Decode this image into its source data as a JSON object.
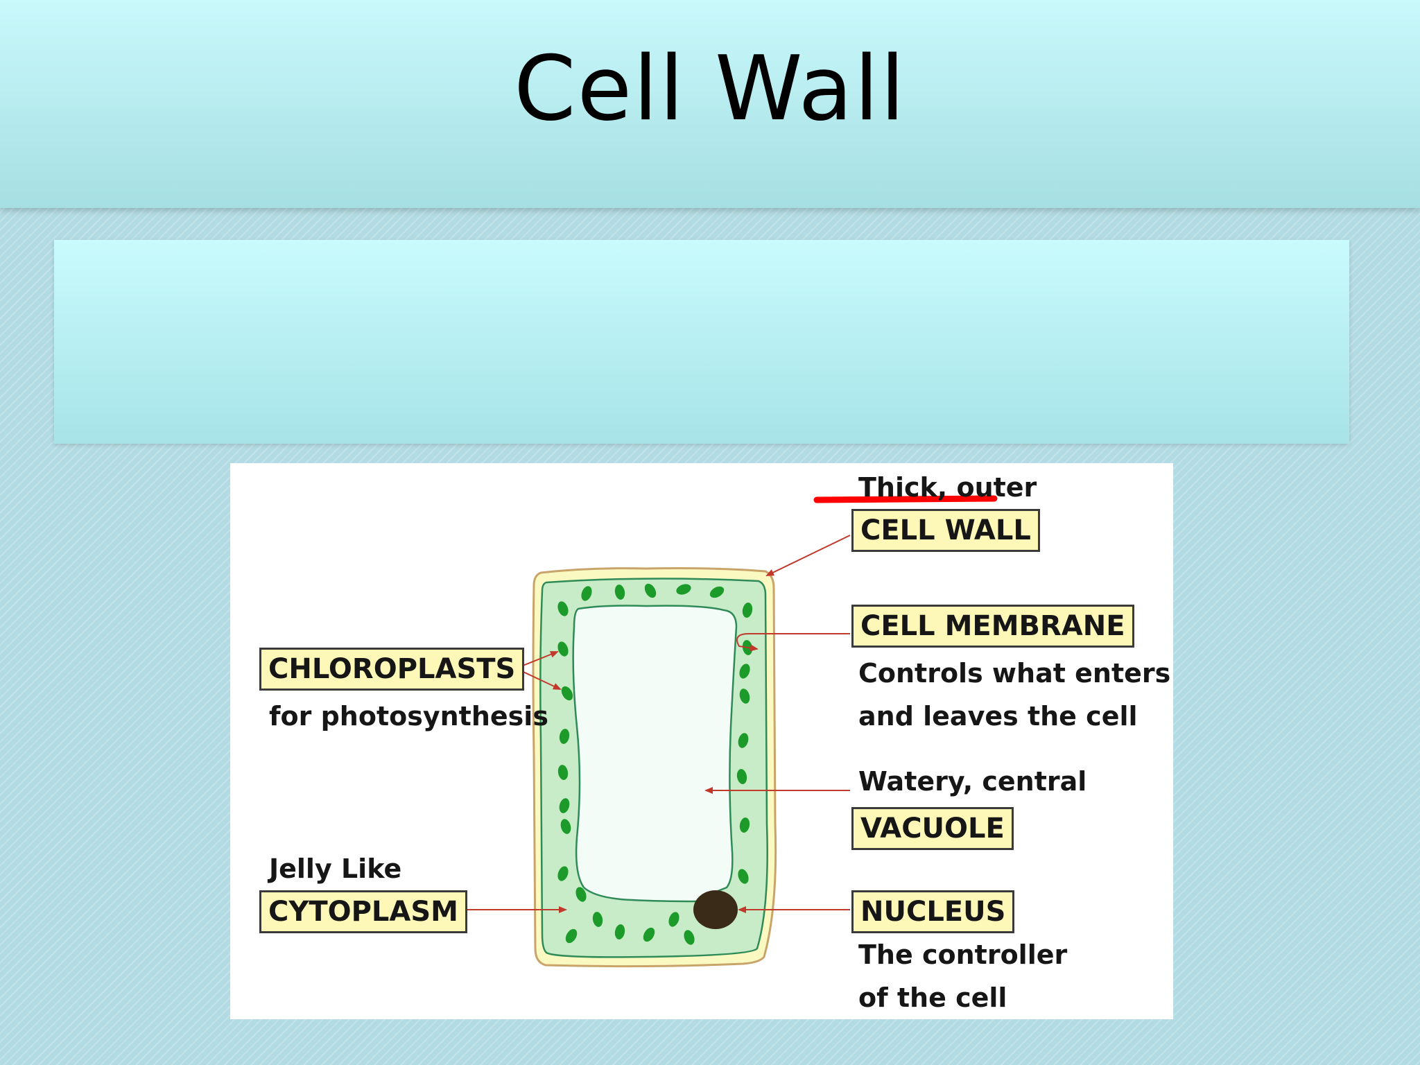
{
  "slide": {
    "title": "Cell Wall",
    "body_text": ""
  },
  "diagram": {
    "labels": {
      "cell_wall_desc": "Thick, outer",
      "cell_wall": "CELL WALL",
      "cell_membrane": "CELL MEMBRANE",
      "cell_membrane_desc_1": "Controls what enters",
      "cell_membrane_desc_2": "and leaves the cell",
      "chloroplasts": "CHLOROPLASTS",
      "chloroplasts_desc": "for photosynthesis",
      "vacuole_desc": "Watery, central",
      "vacuole": "VACUOLE",
      "cytoplasm_desc": "Jelly Like",
      "cytoplasm": "CYTOPLASM",
      "nucleus": "NUCLEUS",
      "nucleus_desc_1": "The controller",
      "nucleus_desc_2": "of the cell"
    },
    "colors": {
      "cell_wall": "#fbf9c2",
      "cytoplasm": "#c8ecc8",
      "vacuole": "#f4fcf8",
      "chloroplast": "#1c9a2a",
      "nucleus": "#3a2a18",
      "arrow": "#c0392b",
      "label_box": "#fdf7b8",
      "strike": "#ff0000"
    }
  }
}
